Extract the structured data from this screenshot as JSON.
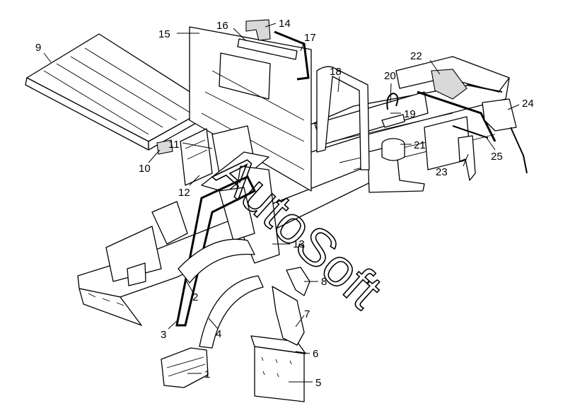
{
  "diagram": {
    "watermark": "AutoSoft",
    "callouts": [
      "1",
      "2",
      "3",
      "4",
      "5",
      "6",
      "7",
      "8",
      "9",
      "10",
      "11",
      "12",
      "13",
      "14",
      "15",
      "16",
      "17",
      "18",
      "19",
      "20",
      "21",
      "22",
      "23",
      "24",
      "25"
    ]
  }
}
